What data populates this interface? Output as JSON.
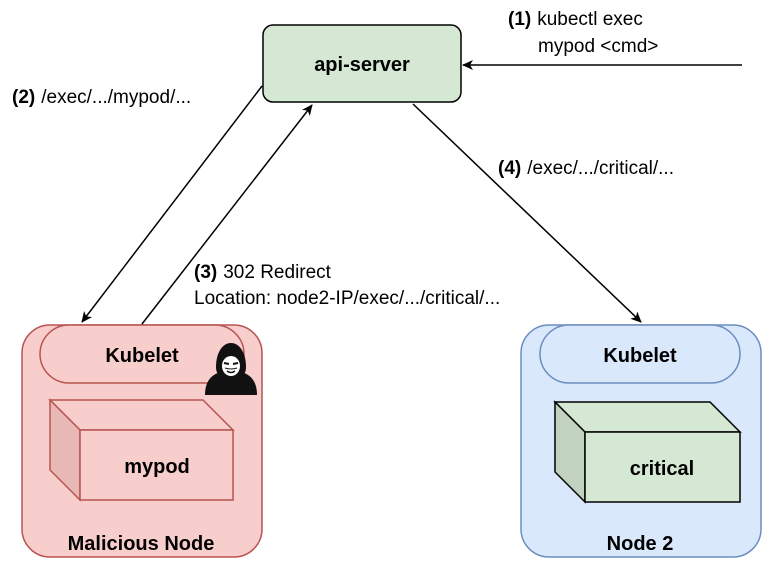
{
  "api_server": {
    "label": "api-server",
    "fill": "#d5e8d4",
    "stroke": "#000000"
  },
  "steps": {
    "s1": {
      "num": "(1)",
      "line1": "kubectl exec",
      "line2": "mypod <cmd>"
    },
    "s2": {
      "num": "(2)",
      "text": "/exec/.../mypod/..."
    },
    "s3": {
      "num": "(3)",
      "line1": "302 Redirect",
      "line2": "Location: node2-IP/exec/.../critical/..."
    },
    "s4": {
      "num": "(4)",
      "text": "/exec/.../critical/..."
    }
  },
  "malicious_node": {
    "title": "Malicious Node",
    "kubelet": "Kubelet",
    "pod": "mypod",
    "icon": "hacker-icon",
    "fill": "#f8cecc",
    "stroke": "#b85450"
  },
  "node2": {
    "title": "Node 2",
    "kubelet": "Kubelet",
    "pod": "critical",
    "fill": "#dae8fc",
    "stroke": "#6c8ebf",
    "pod_fill": "#d5e8d4"
  }
}
